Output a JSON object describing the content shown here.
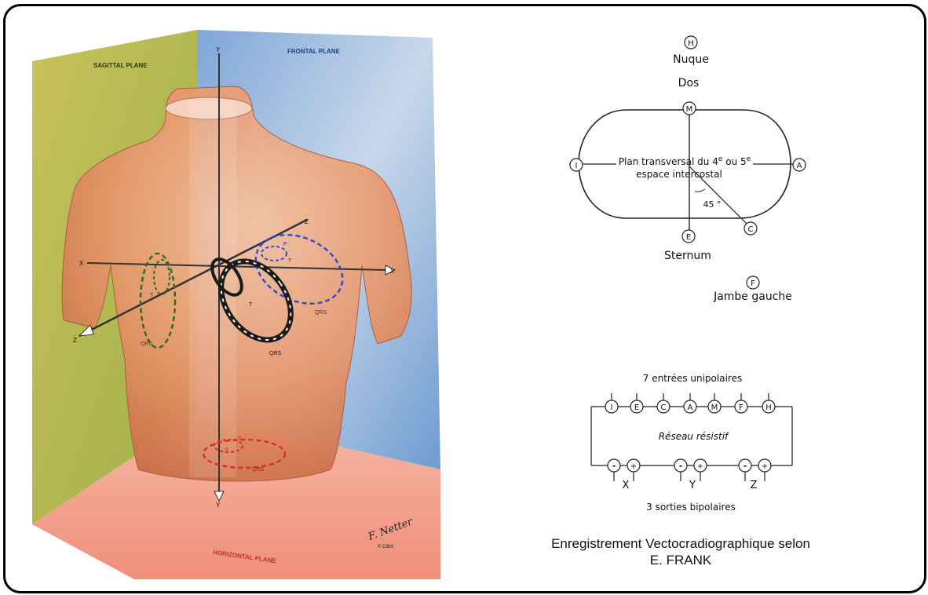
{
  "illustration": {
    "plane_sagittal": "SAGITTAL PLANE",
    "plane_frontal": "FRONTAL PLANE",
    "plane_horizontal": "HORIZONTAL PLANE",
    "axis_y_top": "Y",
    "axis_y_bottom": "Y",
    "axis_x_left": "X",
    "axis_x_right": "X",
    "axis_z_top": "Z",
    "axis_z_bottom": "Z",
    "loop_qrs": "QRS",
    "loop_p": "P",
    "loop_t": "T",
    "signature": "F. Netter",
    "copyright": "© CIBA",
    "colors": {
      "sagittal": "#c9c35a",
      "frontal": "#8fb3dc",
      "horizontal": "#f2a38f",
      "torso": "#e9936a",
      "loop_green": "#2f6b22",
      "loop_blue": "#2a4fd0",
      "loop_red": "#e02a2a",
      "loop_black": "#1a1a1a"
    }
  },
  "transversal": {
    "h_node": "H",
    "nuque": "Nuque",
    "dos": "Dos",
    "m_node": "M",
    "i_node": "I",
    "a_node": "A",
    "plan_line1": "Plan transversal du 4",
    "plan_sup1": "e",
    "plan_mid": " ou 5",
    "plan_sup2": "e",
    "plan_line2": "espace intercostal",
    "angle": "45 °",
    "e_node": "E",
    "c_node": "C",
    "sternum": "Sternum",
    "f_node": "F",
    "jambe": "Jambe gauche"
  },
  "network": {
    "title": "7 entrées unipolaires",
    "inputs": [
      "I",
      "E",
      "C",
      "A",
      "M",
      "F",
      "H"
    ],
    "resistive": "Réseau résistif",
    "minus": "-",
    "plus": "+",
    "outputs": [
      "X",
      "Y",
      "Z"
    ],
    "footer": "3 sorties bipolaires"
  },
  "caption": {
    "line1": "Enregistrement Vectocradiographique selon",
    "line2": "E. FRANK"
  }
}
